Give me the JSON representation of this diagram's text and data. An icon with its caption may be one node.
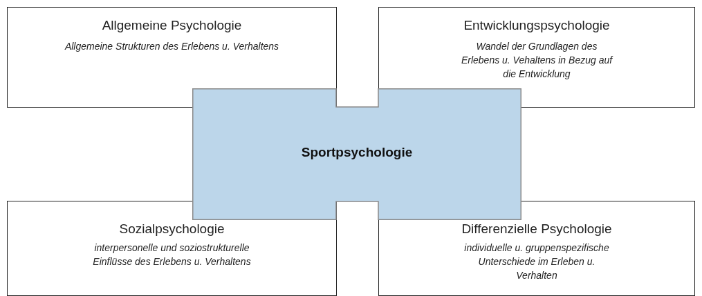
{
  "diagram": {
    "nodes": [
      {
        "text": [
          "Allgemeine Psychologie",
          "Allgemeine Strukturen des Erlebens u. Verhaltens"
        ]
      },
      {
        "text": [
          "Entwicklungspsychologie",
          "Wandel der Grundlagen des Erlebens u. Vehaltens in Bezug auf die Entwicklung"
        ]
      },
      {
        "text": [
          "Sportpsychologie"
        ]
      },
      {
        "text": [
          "Sozialpsychologie",
          "interpersonelle und soziostrukturelle Einflüsse des Erlebens u. Verhaltens"
        ]
      },
      {
        "text": [
          "Differenzielle Psychologie",
          "individuelle u. gruppenspezifische Unterschiede im Erleben u. Verhalten"
        ]
      }
    ],
    "edges": []
  }
}
